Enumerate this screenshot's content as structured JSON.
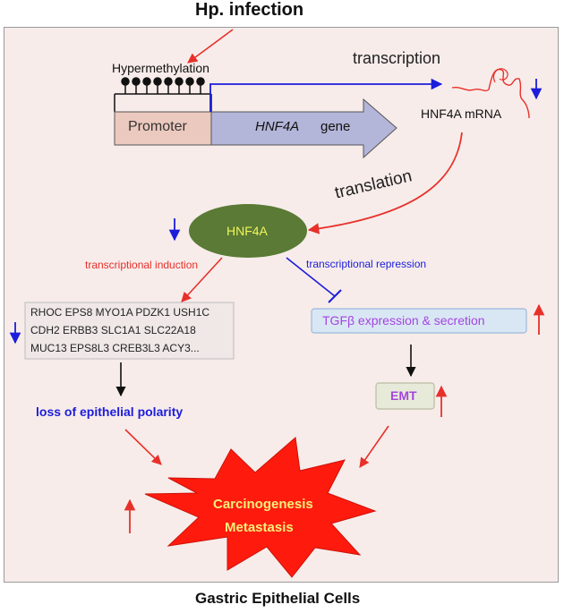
{
  "header": {
    "title": "Hp. infection"
  },
  "footer": {
    "caption": "Gastric Epithelial Cells"
  },
  "gene": {
    "methylation_label": "Hypermethylation",
    "promoter_label": "Promoter",
    "gene_name": "HNF4A",
    "gene_word": "gene",
    "transcription_label": "transcription",
    "mrna_label": "HNF4A mRNA",
    "translation_label": "translation"
  },
  "protein": {
    "label": "HNF4A",
    "induction_label": "transcriptional induction",
    "repression_label": "transcriptional repression"
  },
  "targets": {
    "rows": [
      "RHOC EPS8 MYO1A PDZK1 USH1C",
      "CDH2 ERBB3 SLC1A1 SLC22A18",
      "MUC13 EPS8L3 CREB3L3 ACY3..."
    ]
  },
  "tgfb": {
    "label": "TGFβ expression & secretion"
  },
  "emt": {
    "label": "EMT"
  },
  "polarity": {
    "label": "loss of epithelial polarity"
  },
  "outcome": {
    "line1": "Carcinogenesis",
    "line2": "Metastasis"
  },
  "colors": {
    "red": "#e8302a",
    "blue": "#1c1cdb",
    "purple": "#a445e0",
    "hnf4a_fill": "#5a7a35",
    "hnf4a_text": "#f2f55a",
    "promoter_fill": "#ecc9be",
    "gene_fill": "#b3b5d9",
    "star_text": "#f4f079"
  }
}
